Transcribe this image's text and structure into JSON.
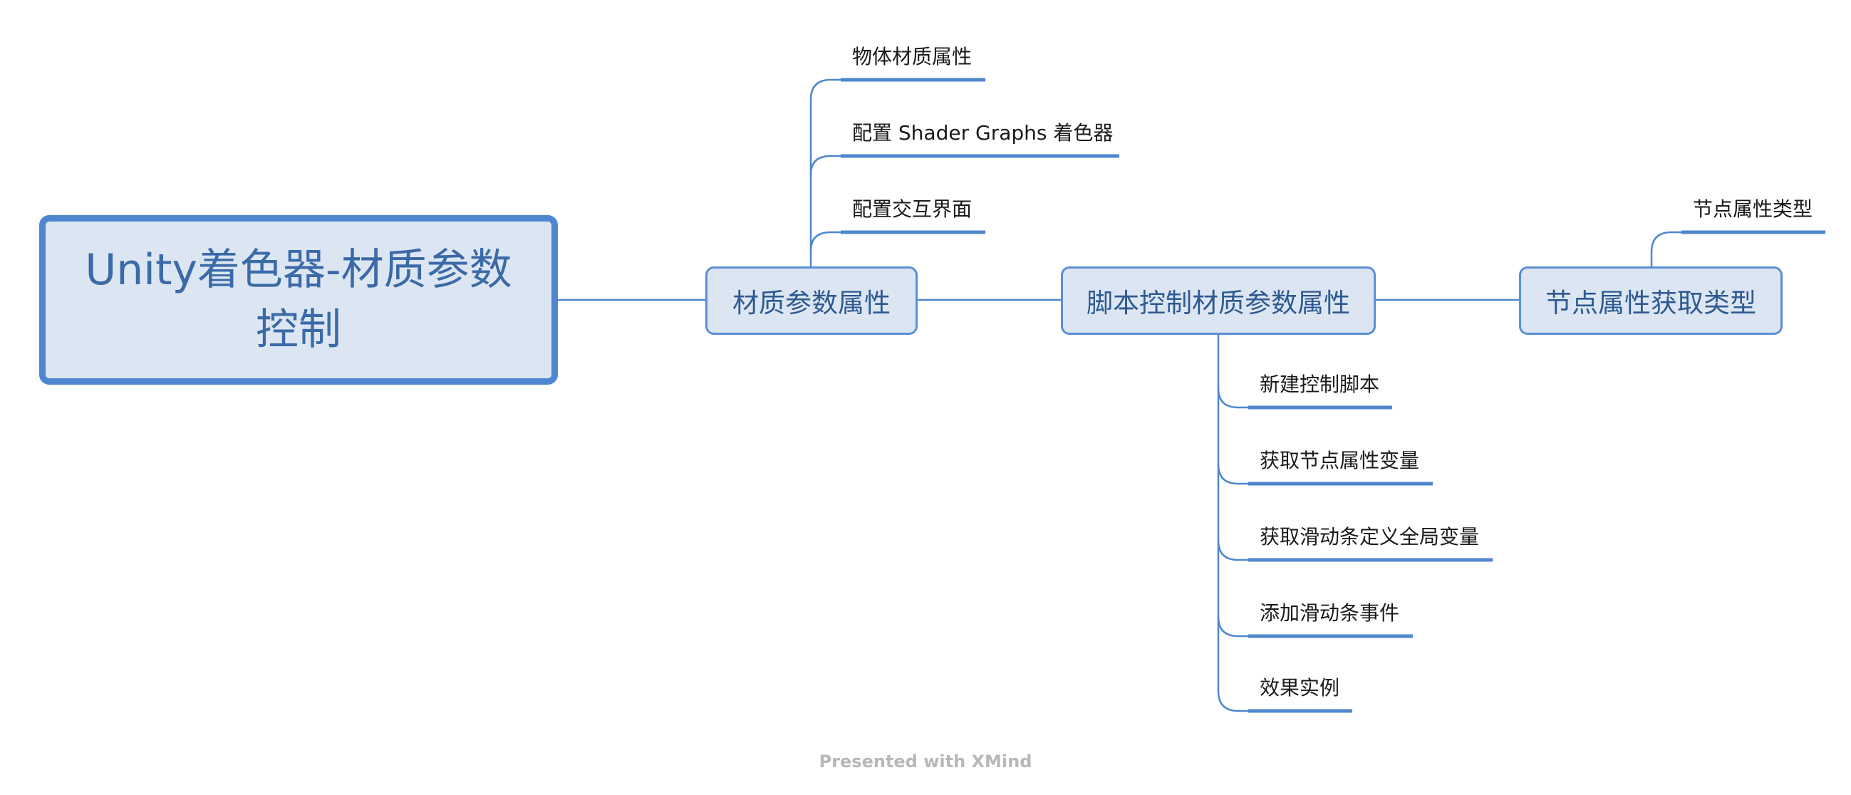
{
  "root": {
    "title": "Unity着色器-材质参数控制"
  },
  "topics": [
    {
      "label": "材质参数属性",
      "children": [
        "物体材质属性",
        "配置 Shader Graphs 着色器",
        "配置交互界面"
      ]
    },
    {
      "label": "脚本控制材质参数属性",
      "children": [
        "新建控制脚本",
        "获取节点属性变量",
        "获取滑动条定义全局变量",
        "添加滑动条事件",
        "效果实例"
      ]
    },
    {
      "label": "节点属性获取类型",
      "children": [
        "节点属性类型"
      ]
    }
  ],
  "footer": "Presented with XMind",
  "colors": {
    "line": "#4f86cf",
    "node_fill": "#dce6f2",
    "node_border": "#5a8fd6",
    "text": "#2d5a91"
  }
}
